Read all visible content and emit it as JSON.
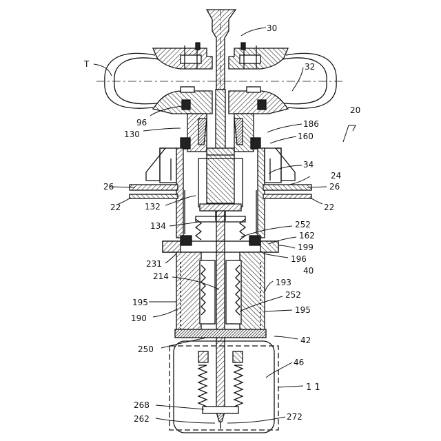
{
  "labels": {
    "l30": "30",
    "lT": "T",
    "l32": "32",
    "l20": "20",
    "l96": "96",
    "l130": "130",
    "l186": "186",
    "l160": "160",
    "l34": "34",
    "l24": "24",
    "l26a": "26",
    "l26b": "26",
    "l22a": "22",
    "l22b": "22",
    "l132": "132",
    "l134": "134",
    "l252a": "252",
    "l162": "162",
    "l199": "199",
    "l231": "231",
    "l196": "196",
    "l40": "40",
    "l214": "214",
    "l193": "193",
    "l252b": "252",
    "l195a": "195",
    "l195b": "195",
    "l190": "190",
    "l42": "42",
    "l250": "250",
    "l46": "46",
    "l11": "1 1",
    "l268": "268",
    "l262": "262",
    "l272": "272"
  }
}
